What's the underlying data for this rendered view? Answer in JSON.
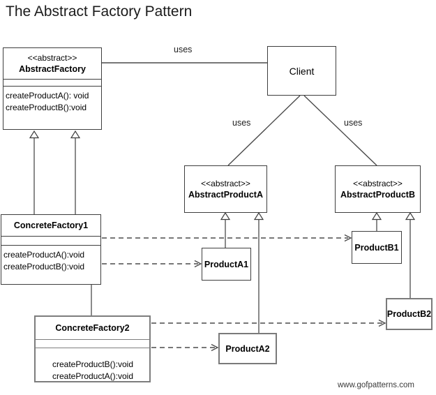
{
  "page": {
    "title": "The Abstract Factory Pattern",
    "watermark": "www.gofpatterns.com"
  },
  "colors": {
    "background": "#ffffff",
    "line": "#4a4a4a",
    "border_dark": "#3e3e3e",
    "border_gray": "#7d7d7d",
    "text": "#000000"
  },
  "diagram": {
    "classes": {
      "abstract_factory": {
        "stereotype": "<<abstract>>",
        "name": "AbstractFactory",
        "methods": [
          "createProductA(): void",
          "createProductB():void"
        ]
      },
      "client": {
        "name": "Client"
      },
      "abstract_product_a": {
        "stereotype": "<<abstract>>",
        "name": "AbstractProductA"
      },
      "abstract_product_b": {
        "stereotype": "<<abstract>>",
        "name": "AbstractProductB"
      },
      "concrete_factory_1": {
        "name": "ConcreteFactory1",
        "methods": [
          "createProductA():void",
          "createProductB():void"
        ]
      },
      "concrete_factory_2": {
        "name": "ConcreteFactory2",
        "methods": [
          "createProductB():void",
          "createProductA():void"
        ]
      },
      "product_a1": {
        "name": "ProductA1"
      },
      "product_a2": {
        "name": "ProductA2"
      },
      "product_b1": {
        "name": "ProductB1"
      },
      "product_b2": {
        "name": "ProductB2"
      }
    },
    "edge_labels": {
      "factory_uses": "uses",
      "product_a_uses": "uses",
      "product_b_uses": "uses"
    },
    "relationships": [
      {
        "from": "Client",
        "to": "AbstractFactory",
        "type": "association",
        "label": "uses"
      },
      {
        "from": "Client",
        "to": "AbstractProductA",
        "type": "association",
        "label": "uses"
      },
      {
        "from": "Client",
        "to": "AbstractProductB",
        "type": "association",
        "label": "uses"
      },
      {
        "from": "ConcreteFactory1",
        "to": "AbstractFactory",
        "type": "inheritance"
      },
      {
        "from": "ConcreteFactory2",
        "to": "AbstractFactory",
        "type": "inheritance"
      },
      {
        "from": "ProductA1",
        "to": "AbstractProductA",
        "type": "inheritance"
      },
      {
        "from": "ProductA2",
        "to": "AbstractProductA",
        "type": "inheritance"
      },
      {
        "from": "ProductB1",
        "to": "AbstractProductB",
        "type": "inheritance"
      },
      {
        "from": "ProductB2",
        "to": "AbstractProductB",
        "type": "inheritance"
      },
      {
        "from": "ConcreteFactory1",
        "to": "ProductA1",
        "type": "dependency"
      },
      {
        "from": "ConcreteFactory1",
        "to": "ProductB1",
        "type": "dependency"
      },
      {
        "from": "ConcreteFactory2",
        "to": "ProductA2",
        "type": "dependency"
      },
      {
        "from": "ConcreteFactory2",
        "to": "ProductB2",
        "type": "dependency"
      }
    ]
  }
}
